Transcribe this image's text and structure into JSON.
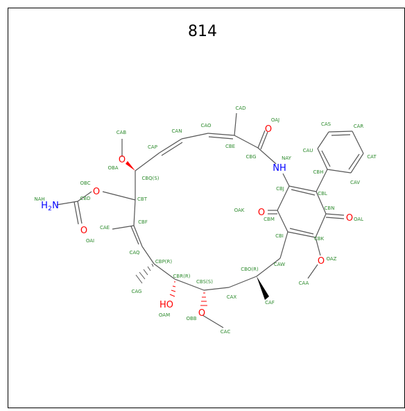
{
  "title": "814",
  "colors": {
    "bond": "#555555",
    "carbon_label": "#2e8b2e",
    "oxygen": "#ff0000",
    "nitrogen": "#0000ff",
    "frame": "#000000"
  },
  "atoms": {
    "CAD": "CAD",
    "OAJ": "OAJ",
    "CAO": "CAO",
    "CAN": "CAN",
    "CAB": "CAB",
    "CAP": "CAP",
    "CBE": "CBE",
    "CBG": "CBG",
    "NAY": "NAY",
    "CAS": "CAS",
    "CAR": "CAR",
    "CAU": "CAU",
    "CAT": "CAT",
    "CBH": "CBH",
    "CAV": "CAV",
    "OBA": "OBA",
    "CBQS": "CBQ(S)",
    "OBC": "OBC",
    "CBD": "CBD",
    "NAH": "NAH",
    "CBT": "CBT",
    "CBJ": "CBJ",
    "CBL": "CBL",
    "OAK": "OAK",
    "CBN": "CBN",
    "OAL": "OAL",
    "CBM": "CBM",
    "CAE": "CAE",
    "CBF": "CBF",
    "OAI": "OAI",
    "CBI": "CBI",
    "CBK": "CBK",
    "CAQ": "CAQ",
    "CBPR": "CBP(R)",
    "CBOR": "CBO(R)",
    "CAW": "CAW",
    "OAZ": "OAZ",
    "CBRR": "CBR(R)",
    "CBSS": "CBS(S)",
    "CAG": "CAG",
    "CAA": "CAA",
    "CAX": "CAX",
    "CAF": "CAF",
    "OAM": "OAM",
    "OBB": "OBB",
    "CAC": "CAC"
  },
  "heteroatoms": {
    "N_amide": "NH",
    "N_amine": "H",
    "N_amine_sub": "2",
    "N_amine_N": "N",
    "O_ester": "O",
    "O_carbonyl": "O",
    "O_methoxy1": "O",
    "O_amide": "O",
    "O_quinone1": "O",
    "O_quinone2": "O",
    "O_methoxy2": "O",
    "OH": "HO",
    "O_methoxy3": "O"
  }
}
